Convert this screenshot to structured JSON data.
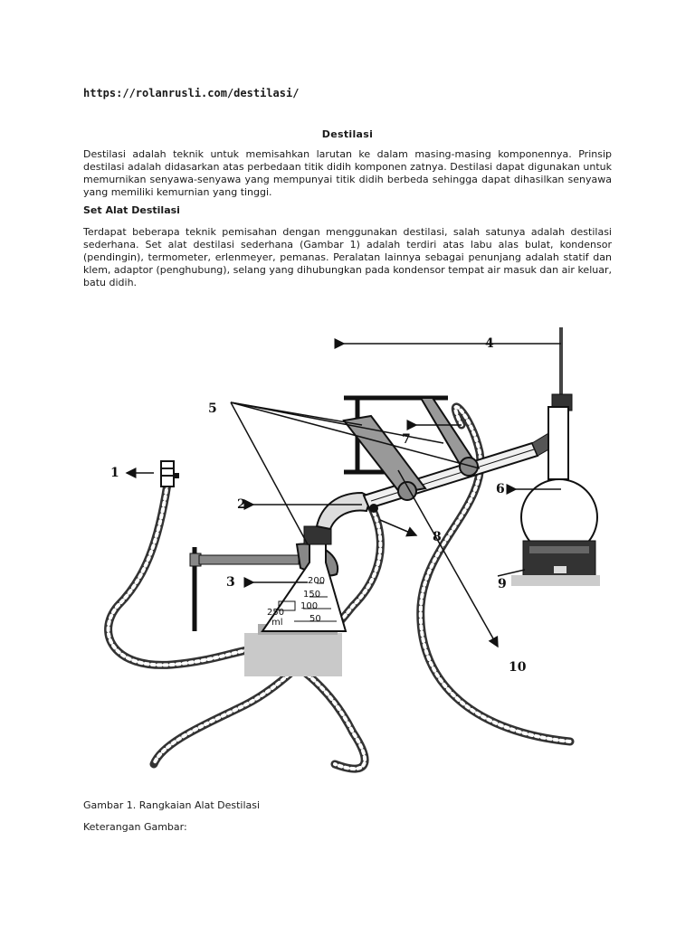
{
  "document": {
    "url": "https://rolanrusli.com/destilasi/",
    "title": "Destilasi",
    "paragraph1": "Destilasi adalah teknik untuk memisahkan larutan ke dalam masing-masing komponennya. Prinsip destilasi adalah didasarkan atas perbedaan titik didih komponen zatnya. Destilasi dapat digunakan untuk memurnikan senyawa-senyawa yang mempunyai titik didih berbeda sehingga dapat dihasilkan senyawa yang memiliki kemurnian yang tinggi.",
    "subheading": "Set Alat Destilasi",
    "paragraph2": "Terdapat beberapa teknik pemisahan dengan menggunakan destilasi, salah satunya adalah destilasi sederhana. Set alat destilasi sederhana (Gambar 1) adalah terdiri atas labu alas bulat, kondensor (pendingin), termometer, erlenmeyer, pemanas. Peralatan lainnya sebagai penunjang adalah statif dan klem, adaptor (penghubung), selang yang dihubungkan pada kondensor tempat air masuk dan air keluar, batu didih.",
    "caption": "Gambar 1. Rangkaian Alat Destilasi",
    "keterangan": "Keterangan Gambar:"
  },
  "figure": {
    "labels": [
      "1",
      "2",
      "3",
      "4",
      "5",
      "6",
      "7",
      "8",
      "9",
      "10"
    ],
    "flask_marks": [
      "200",
      "150",
      "100",
      "50"
    ],
    "flask_capacity": "250",
    "flask_unit": "ml"
  }
}
